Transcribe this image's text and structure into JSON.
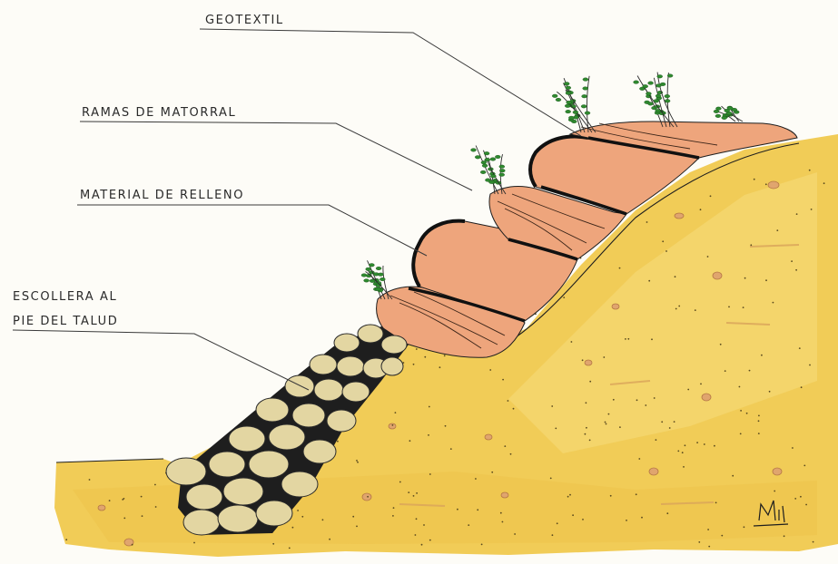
{
  "labels": {
    "geotextil": "GEOTEXTIL",
    "ramas": "RAMAS DE MATORRAL",
    "relleno": "MATERIAL DE RELLENO",
    "escollera_line1": "ESCOLLERA AL",
    "escollera_line2": "PIE DEL TALUD"
  },
  "colors": {
    "soil": "#f1cc57",
    "soil_light": "#f6dc7c",
    "fill_bag": "#eea57c",
    "fill_bag_dark": "#de8a60",
    "rock": "#e3d6a2",
    "vegetation": "#2f8a2f",
    "ink": "#1e1e1e"
  }
}
